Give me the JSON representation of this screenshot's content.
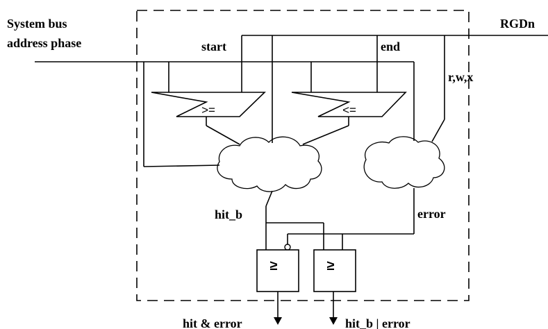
{
  "labels": {
    "system_bus_line1": "System bus",
    "system_bus_line2": "address phase",
    "rgdn": "RGDn",
    "start": "start",
    "end": "end",
    "rwx": "r,w,x",
    "hit_b": "hit_b",
    "error": "error",
    "output_left": "hit & error",
    "output_right": "hit_b | error"
  },
  "comparators": {
    "ge_symbol": ">=",
    "le_symbol": "<="
  },
  "gates": {
    "gate1_symbol": "≥",
    "gate2_symbol": "≥"
  }
}
